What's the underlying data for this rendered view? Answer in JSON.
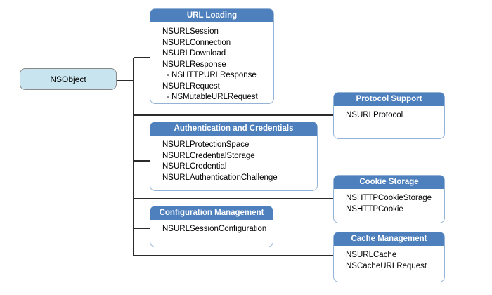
{
  "diagram": {
    "root_label": "NSObject",
    "colors": {
      "header_fill": "#4E80BD",
      "header_text": "#FFFFFF",
      "group_border": "#95B3D7",
      "root_fill": "#C8E5EF",
      "root_border": "#8A8A8A",
      "connector": "#2B2B2B",
      "background": "#FFFFFF",
      "text": "#000000"
    },
    "groups": [
      {
        "title": "URL Loading",
        "items": [
          {
            "label": "NSURLSession",
            "indent": false
          },
          {
            "label": "NSURLConnection",
            "indent": false
          },
          {
            "label": "NSURLDownload",
            "indent": false
          },
          {
            "label": "NSURLResponse",
            "indent": false
          },
          {
            "label": "- NSHTTPURLResponse",
            "indent": true
          },
          {
            "label": "NSURLRequest",
            "indent": false
          },
          {
            "label": "- NSMutableURLRequest",
            "indent": true
          }
        ]
      },
      {
        "title": "Protocol Support",
        "items": [
          {
            "label": "NSURLProtocol",
            "indent": false
          }
        ]
      },
      {
        "title": "Authentication and Credentials",
        "items": [
          {
            "label": "NSURLProtectionSpace",
            "indent": false
          },
          {
            "label": "NSURLCredentialStorage",
            "indent": false
          },
          {
            "label": "NSURLCredential",
            "indent": false
          },
          {
            "label": "NSURLAuthenticationChallenge",
            "indent": false
          }
        ]
      },
      {
        "title": "Cookie Storage",
        "items": [
          {
            "label": "NSHTTPCookieStorage",
            "indent": false
          },
          {
            "label": "NSHTTPCookie",
            "indent": false
          }
        ]
      },
      {
        "title": "Configuration Management",
        "items": [
          {
            "label": "NSURLSessionConfiguration",
            "indent": false
          }
        ]
      },
      {
        "title": "Cache Management",
        "items": [
          {
            "label": "NSURLCache",
            "indent": false
          },
          {
            "label": "NSCacheURLRequest",
            "indent": false
          }
        ]
      }
    ]
  }
}
